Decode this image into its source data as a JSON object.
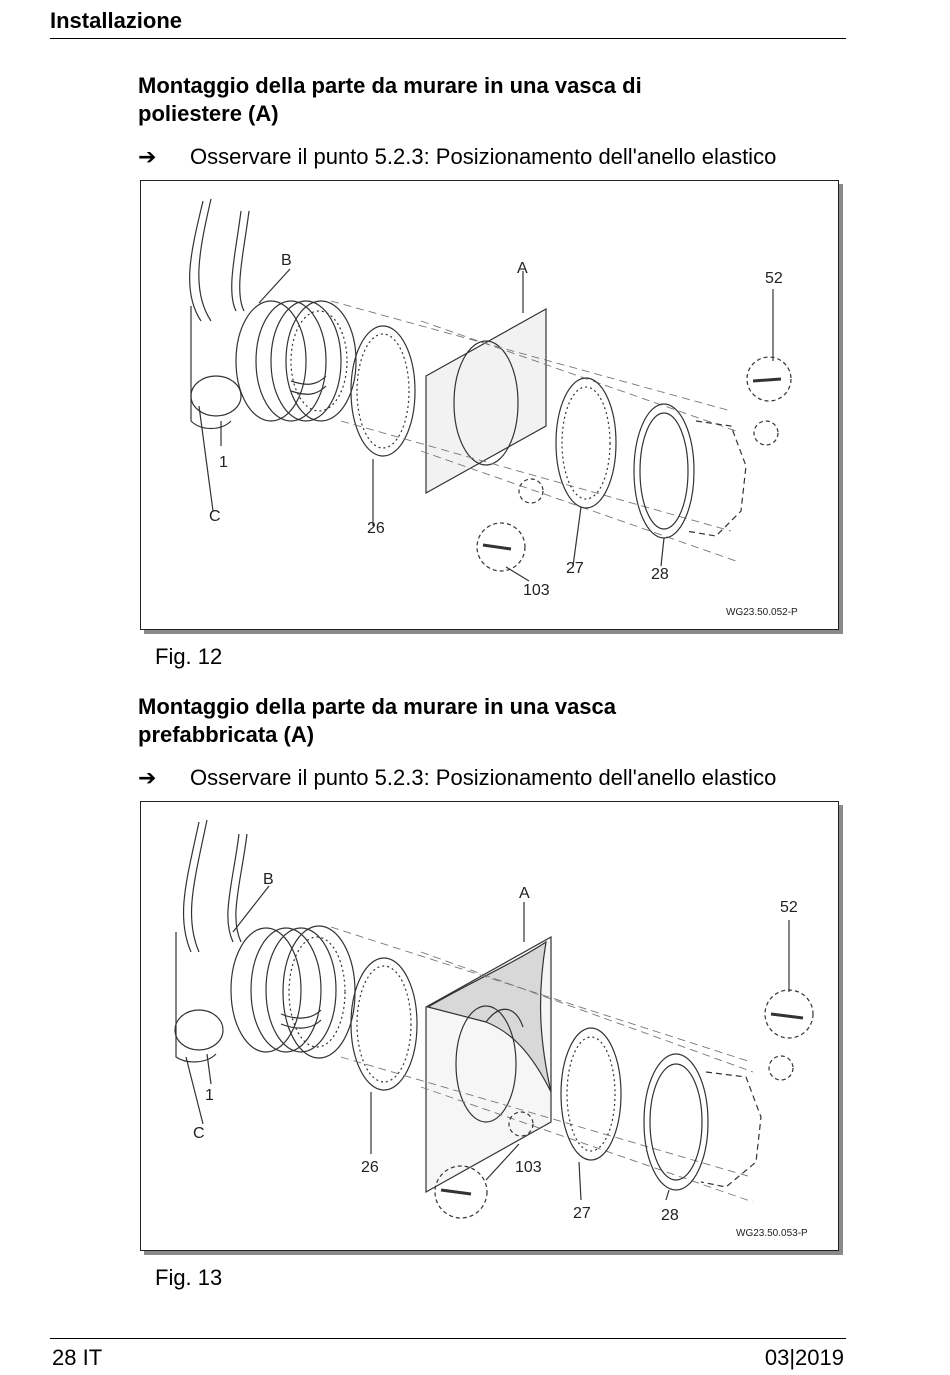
{
  "header": {
    "section": "Installazione"
  },
  "sections": [
    {
      "title_line1": "Montaggio della parte da murare in una vasca di",
      "title_line2": "poliestere (A)",
      "note_arrow": "➔",
      "note_text": "Osservare il punto 5.2.3: Posizionamento dell'anello elastico",
      "figure": {
        "labels": {
          "B": "B",
          "A": "A",
          "n52": "52",
          "n1": "1",
          "C": "C",
          "n26": "26",
          "n27": "27",
          "n28": "28",
          "n103": "103"
        },
        "code": "WG23.50.052-P",
        "caption": "Fig. 12"
      }
    },
    {
      "title_line1": "Montaggio della parte da murare in una vasca",
      "title_line2": "prefabbricata (A)",
      "note_arrow": "➔",
      "note_text": "Osservare il punto 5.2.3: Posizionamento dell'anello elastico",
      "figure": {
        "labels": {
          "B": "B",
          "A": "A",
          "n52": "52",
          "n1": "1",
          "C": "C",
          "n26": "26",
          "n27": "27",
          "n28": "28",
          "n103": "103"
        },
        "code": "WG23.50.053-P",
        "caption": "Fig. 13"
      }
    }
  ],
  "footer": {
    "page": "28 IT",
    "date": "03|2019"
  }
}
